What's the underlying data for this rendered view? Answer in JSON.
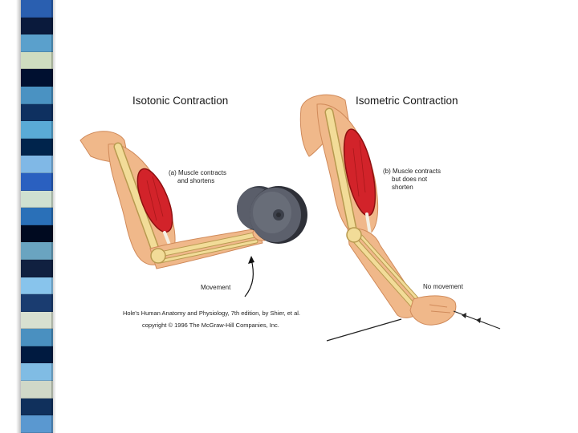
{
  "sidebar": {
    "colors": [
      "#2a5fb0",
      "#0a1a3c",
      "#5aa0cc",
      "#cfdcc0",
      "#001030",
      "#4a92c2",
      "#0e3060",
      "#5aaad6",
      "#00244c",
      "#80b8e6",
      "#2a60c0",
      "#cfe0d0",
      "#2a70b8",
      "#000a20",
      "#6aa4c0",
      "#102040",
      "#88c4ec",
      "#1a3c70",
      "#d8e0d0",
      "#4a90c0",
      "#001a40",
      "#80bce4",
      "#d0d8c8",
      "#10305c",
      "#5a98d0"
    ]
  },
  "diagram": {
    "left_title": "Isotonic Contraction",
    "right_title": "Isometric Contraction",
    "left_caption_line1": "(a) Muscle contracts",
    "left_caption_line2": "and shortens",
    "right_caption_line1": "(b) Muscle contracts",
    "right_caption_line2": "but does not",
    "right_caption_line3": "shorten",
    "movement_label": "Movement",
    "no_movement_label": "No movement",
    "credit_line1": "Hole's Human Anatomy and Physiology, 7th edition, by Shier, et al.",
    "credit_line2": "copyright © 1996 The McGraw-Hill Companies, Inc.",
    "colors": {
      "skin": "#f0b88a",
      "skin_dark": "#d08a5a",
      "muscle": "#d2232a",
      "muscle_dark": "#8e1010",
      "bone": "#f2dc98",
      "bone_edge": "#b89a50",
      "weight": "#4a4e5a"
    }
  }
}
